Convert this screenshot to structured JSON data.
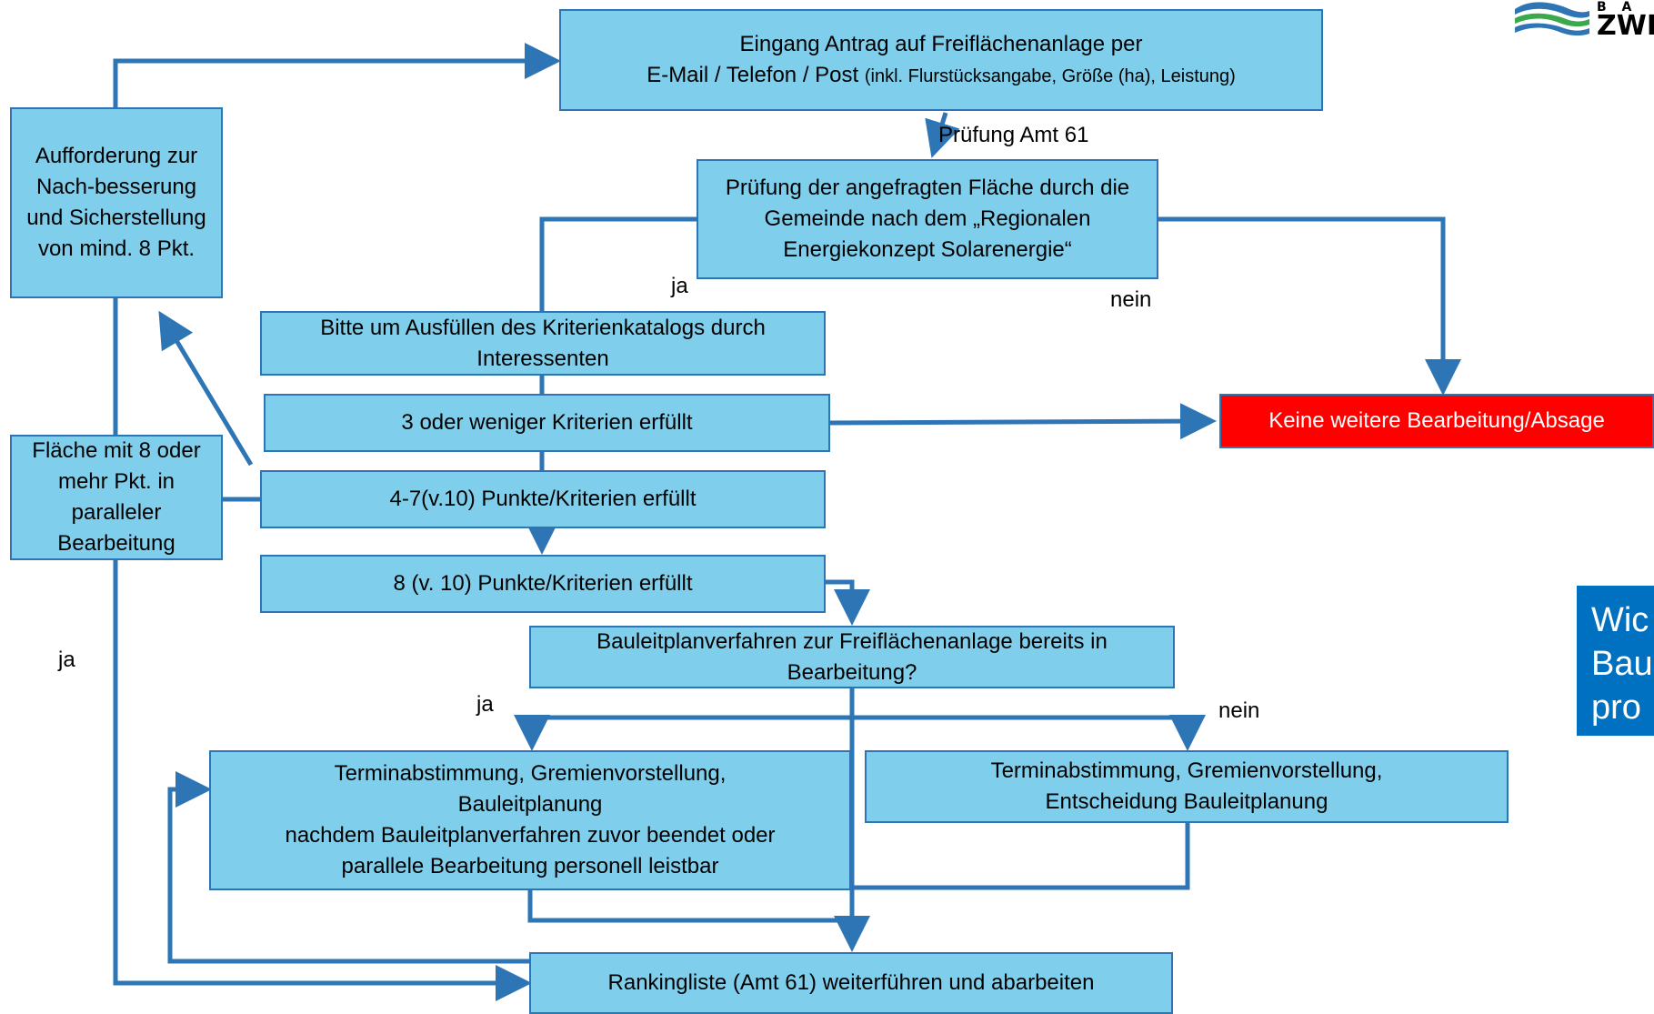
{
  "boxes": {
    "eingang": {
      "line1": "Eingang Antrag auf Freiflächenanlage per",
      "line2_main": "E-Mail / Telefon / Post",
      "line2_small": "(inkl. Flurstücksangabe, Größe (ha), Leistung)"
    },
    "aufforderung": "Aufforderung zur Nach-besserung und Sicherstellung von mind. 8 Pkt.",
    "pruefung": "Prüfung der angefragten Fläche durch die Gemeinde nach dem „Regionalen Energiekonzept Solarenergie“",
    "bitte": "Bitte um Ausfüllen des Kriterienkatalogs durch Interessenten",
    "drei": "3 oder weniger Kriterien erfüllt",
    "keine": "Keine weitere Bearbeitung/Absage",
    "flaeche": "Fläche mit 8 oder mehr Pkt. in paralleler Bearbeitung",
    "vier_sieben": "4-7(v.10) Punkte/Kriterien erfüllt",
    "acht": "8 (v. 10) Punkte/Kriterien erfüllt",
    "bauleit_frage": "Bauleitplanverfahren zur Freiflächenanlage bereits in Bearbeitung?",
    "termin_ja": {
      "line1": "Terminabstimmung, Gremienvorstellung,",
      "line2": "Bauleitplanung",
      "line3": "nachdem Bauleitplanverfahren zuvor beendet oder",
      "line4": "parallele Bearbeitung personell leistbar"
    },
    "termin_nein": {
      "line1": "Terminabstimmung, Gremienvorstellung,",
      "line2": "Entscheidung Bauleitplanung"
    },
    "ranking": "Rankingliste (Amt 61) weiterführen und abarbeiten"
  },
  "labels": {
    "pruefung_amt": "Prüfung Amt 61",
    "ja_1": "ja",
    "nein_1": "nein",
    "ja_left": "ja",
    "ja_2": "ja",
    "nein_2": "nein"
  },
  "side_panel": {
    "line1": "Wic",
    "line2": "Bau",
    "line3": "pro"
  },
  "logo": {
    "top": "B A",
    "bottom": "ZWI"
  },
  "colors": {
    "box_fill": "#7fcfec",
    "box_border": "#2e75b6",
    "connector": "#2e75b6",
    "reject_fill": "#ff0000",
    "panel_fill": "#0070c0"
  }
}
